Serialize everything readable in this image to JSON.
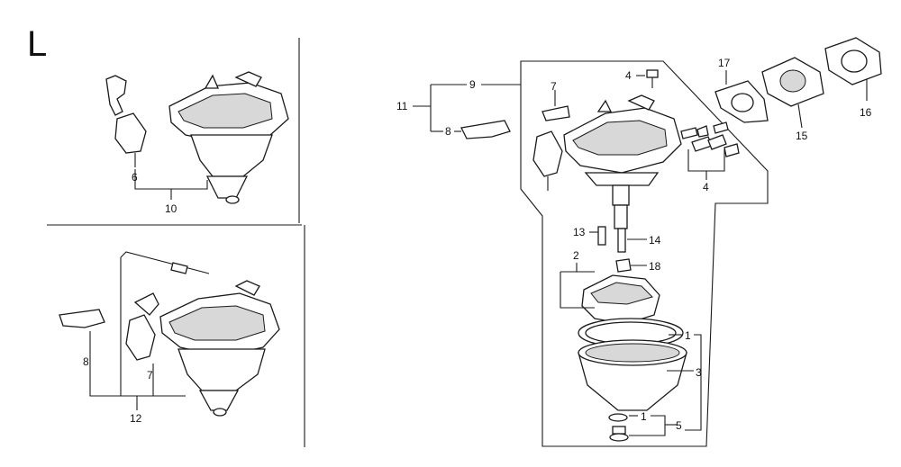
{
  "section_letter": "L",
  "callouts": {
    "c1a": "1",
    "c1b": "1",
    "c2": "2",
    "c3": "3",
    "c4a": "4",
    "c4b": "4",
    "c5": "5",
    "c6": "6",
    "c7a": "7",
    "c7b": "7",
    "c8a": "8",
    "c8b": "8",
    "c9": "9",
    "c10": "10",
    "c11": "11",
    "c12": "12",
    "c13": "13",
    "c14": "14",
    "c15": "15",
    "c16": "16",
    "c17": "17",
    "c18": "18"
  }
}
